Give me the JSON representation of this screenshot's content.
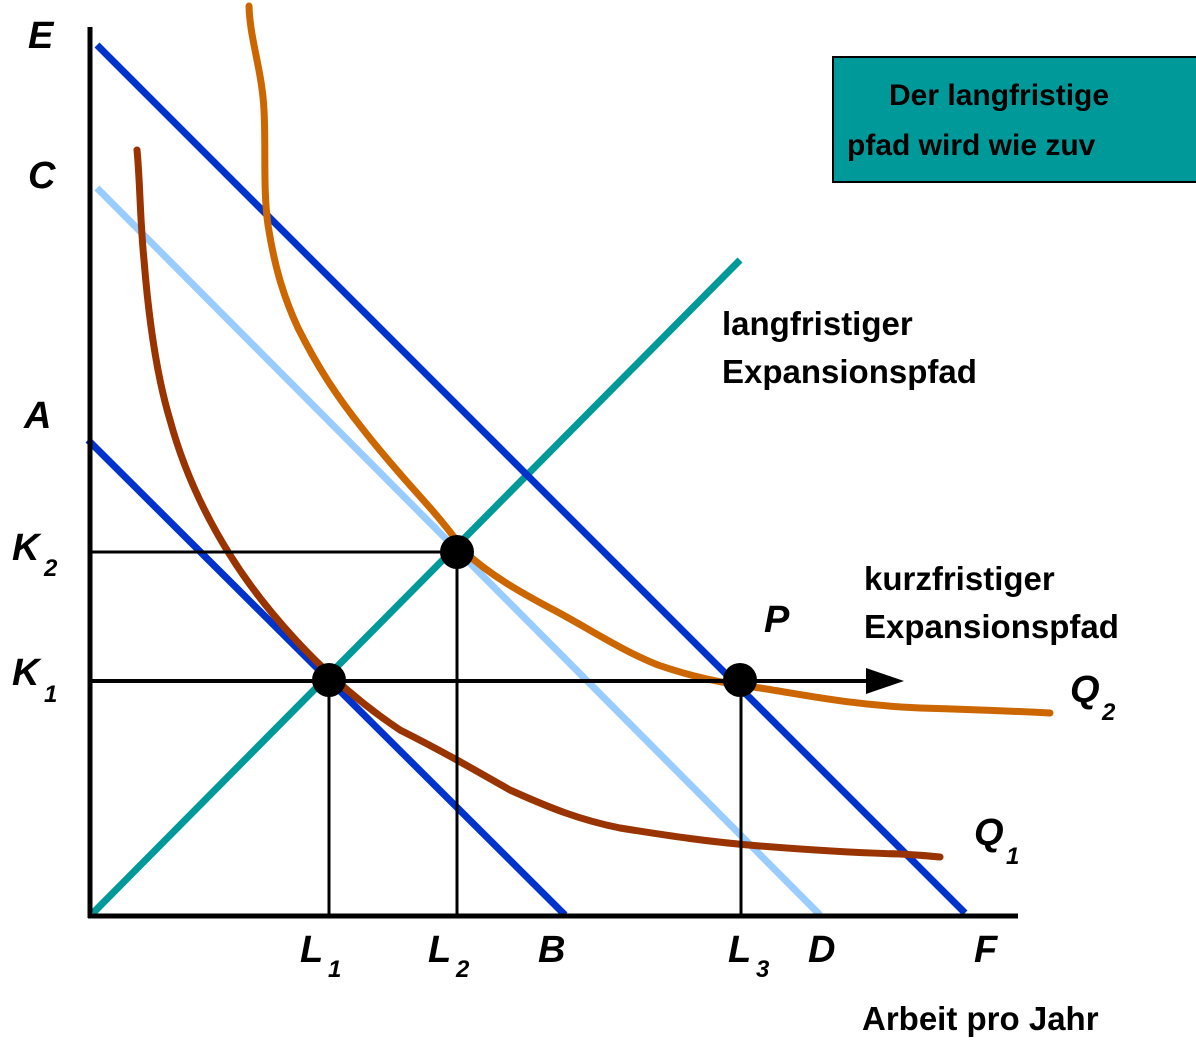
{
  "note": {
    "line1": "Der langfristige",
    "line2": "pfad wird wie zuv",
    "bg_color": "#009999"
  },
  "axis_labels": {
    "E": "E",
    "C": "C",
    "A": "A",
    "K2": "K",
    "K2_sub": "2",
    "K1": "K",
    "K1_sub": "1",
    "L1": "L",
    "L1_sub": "1",
    "L2": "L",
    "L2_sub": "2",
    "L3": "L",
    "L3_sub": "3",
    "B": "B",
    "D": "D",
    "F": "F"
  },
  "x_axis_title": "Arbeit pro Jahr",
  "long_run": {
    "line1": "langfristiger",
    "line2": "Expansionspfad",
    "color": "#009999"
  },
  "short_run": {
    "line1": "kurzfristiger",
    "line2": "Expansionspfad"
  },
  "point_P": "P",
  "curves": {
    "Q1": "Q",
    "Q1_sub": "1",
    "Q1_color": "#993300",
    "Q2": "Q",
    "Q2_sub": "2",
    "Q2_color": "#CC6600"
  },
  "isocost_colors": {
    "AB": "#0033CC",
    "CD": "#99CCFF",
    "EF": "#0033CC"
  }
}
